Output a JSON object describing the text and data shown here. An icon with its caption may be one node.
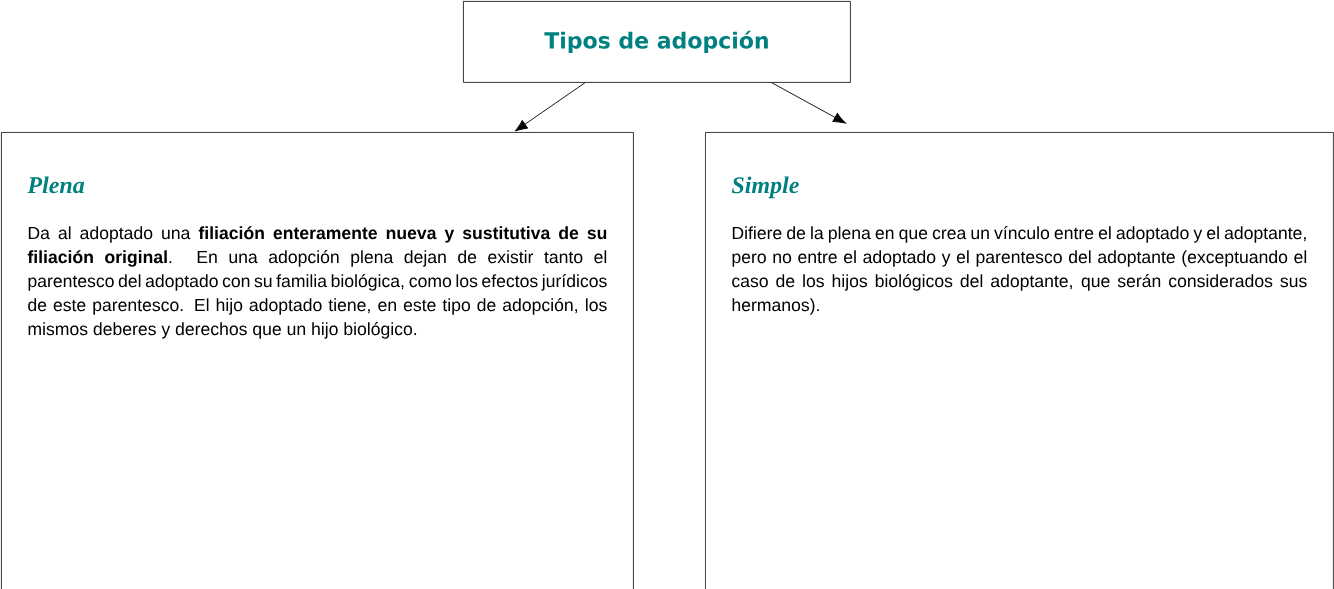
{
  "diagram": {
    "nodes": [
      {
        "text": [
          "Tipos de adopción"
        ]
      },
      {
        "text": [
          "Plena",
          "Da al adoptado una **filiación enteramente nueva y sustitutiva de su filiación original**. En una adopción plena dejan de existir tanto el parentesco del adoptado con su familia biológica, como los efectos jurídicos de este parentesco. El hijo adoptado tiene, en este tipo de adopción, los mismos deberes y derechos que un hijo biológico."
        ]
      },
      {
        "text": [
          "Simple",
          "Difiere de la plena en que crea un vínculo entre el adoptado y el adoptante, pero no entre el adoptado y el parentesco del adoptante (exceptuando el caso de los hijos biológicos del adoptante, que serán considerados sus hermanos)."
        ]
      }
    ],
    "edges": [
      {
        "from": 0,
        "to": 1,
        "arrow": "to"
      },
      {
        "from": 0,
        "to": 2,
        "arrow": "to"
      }
    ]
  }
}
